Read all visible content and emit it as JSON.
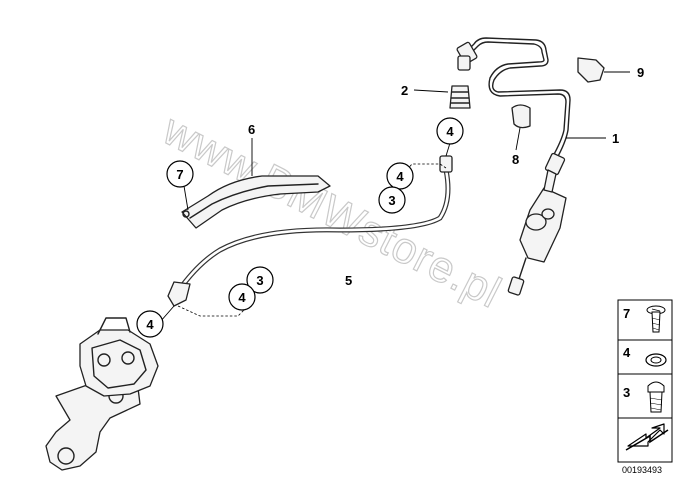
{
  "watermark": "www.BMWstore.pl",
  "doc_number": "00193493",
  "labels": {
    "part_1": "1",
    "part_2": "2",
    "part_3a": "3",
    "part_3b": "3",
    "part_4a": "4",
    "part_4b": "4",
    "part_4c": "4",
    "part_4d": "4",
    "part_5": "5",
    "part_6": "6",
    "part_7": "7",
    "part_8": "8",
    "part_9": "9"
  },
  "legend": {
    "items": [
      {
        "number": "7",
        "icon": "screw-icon"
      },
      {
        "number": "4",
        "icon": "washer-icon"
      },
      {
        "number": "3",
        "icon": "banjo-bolt-icon"
      }
    ],
    "arrow_icon": "arrow-icon"
  }
}
